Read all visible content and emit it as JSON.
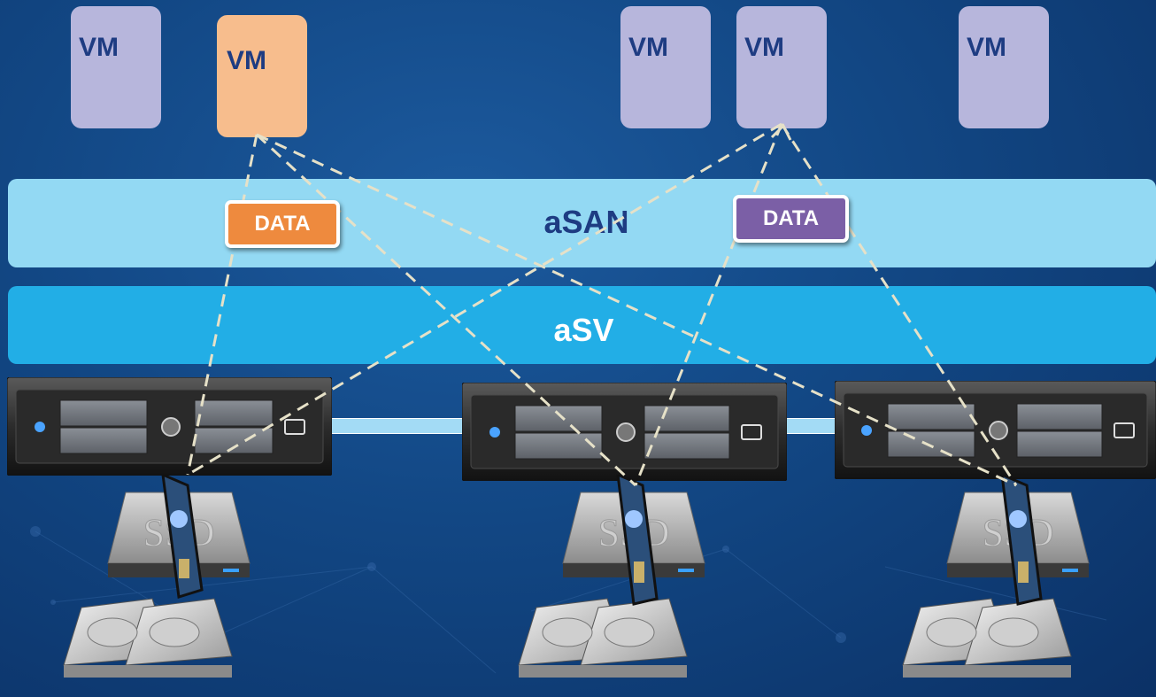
{
  "vms": [
    {
      "label": "VM",
      "state": "idle"
    },
    {
      "label": "VM",
      "state": "active"
    },
    {
      "label": "VM",
      "state": "idle"
    },
    {
      "label": "VM",
      "state": "idle"
    },
    {
      "label": "VM",
      "state": "idle"
    }
  ],
  "layers": {
    "storage": "aSAN",
    "compute": "aSV"
  },
  "data_tags": [
    {
      "label": "DATA",
      "color": "#ee8a3e"
    },
    {
      "label": "DATA",
      "color": "#7b5fa6"
    }
  ],
  "disk_labels": [
    "SSD",
    "SSD",
    "SSD"
  ],
  "colors": {
    "background": "#124784",
    "vm_idle": "#b7b6dc",
    "vm_active": "#f7bd8d",
    "asan_band": "#93d9f3",
    "asv_band": "#22aee6",
    "label_text": "#1e3c82",
    "dashed_line": "#e6e1c8"
  }
}
